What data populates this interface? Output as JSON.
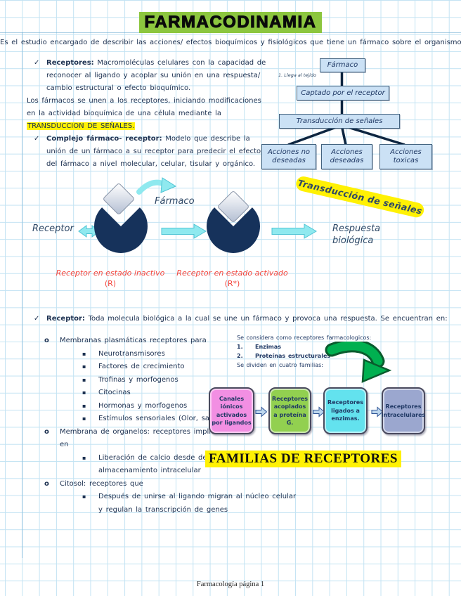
{
  "colors": {
    "ink": "#1C3050",
    "script_ink": "#2E4866",
    "grid_line": "#C3E3F3",
    "title_green": "#8CC63F",
    "highlight_yellow": "#FFF104",
    "red": "#F4453C",
    "flow_box_fill": "#CBE1F5",
    "flow_box_border": "#44637F",
    "flow_line": "#0D2540",
    "shape_navy": "#16325B",
    "cyan_fill": "#8FE9EF",
    "cyan_border": "#4FC4D4",
    "green_arrow": "#00B050",
    "green_arrow_border": "#0A5B2D",
    "small_arrow_fill": "#BDD7EE",
    "small_arrow_border": "#2F5496"
  },
  "icons": {
    "check": "✓",
    "bullet_l1": "o",
    "bullet_l2": "▪"
  },
  "header": {
    "title": "FARMACODINAMIA",
    "intro": "Es el estudio encargado de describir las acciones/ efectos bioquímicos y fisiológicos que tiene un fármaco sobre el organismo."
  },
  "concepts": {
    "check1_label": "Receptores:",
    "check1_text": " Macromoléculas celulares con la capacidad de reconocer al ligando y acoplar su unión en una respuesta/ cambio estructural o efecto bioquímico.",
    "para_pre": "Los fármacos se unen a los receptores, iniciando modificaciones en la actividad bioquímica de una célula mediante la ",
    "para_highlight": "TRANSDUCCION DE SEÑALES.",
    "check2_label": "Complejo fármaco- receptor:",
    "check2_text": " Modelo que describe la unión de un fármaco a su receptor para predecir el efecto del fármaco a nivel molecular, celular, tisular y orgánico."
  },
  "flowchart": {
    "node_farmaco": "Fármaco",
    "edge_note": "1. Llega al tejido",
    "node_captado": "Captado por el receptor",
    "node_transduccion": "Transducción de señales",
    "node_no_deseadas": "Acciones no deseadas",
    "node_deseadas": "Acciones deseadas",
    "node_toxicas": "Acciones toxicas"
  },
  "diagram": {
    "receptor_label": "Receptor",
    "farmaco_label": "Fármaco",
    "banner": "Transducción de señales",
    "respuesta": "Respuesta biológica",
    "inactive_caption": "Receptor en estado inactivo",
    "inactive_symbol": "(R)",
    "active_caption": "Receptor en estado activado",
    "active_symbol": "(R*)"
  },
  "receptor_section": {
    "label": "Receptor:",
    "text": " Toda molecula biológica a la cual se une un fármaco y provoca una respuesta. Se encuentran en:",
    "list": [
      {
        "text": "Membranas plasmáticas receptores para",
        "children": [
          "Neurotransmisores",
          "Factores de crecimiento",
          "Trofinas y morfogenos",
          "Citocinas",
          "Hormonas y morfogenos",
          "Estímulos sensoriales (Olor, sabor y color)"
        ]
      },
      {
        "text": "Membrana de organelos: receptores implicados en",
        "children": [
          "Liberación de calcio desde depósitos de almacenamiento intracelular"
        ]
      },
      {
        "text": "Citosol: receptores que",
        "children": [
          "Después de unirse al ligando migran al núcleo celular y regulan la transcripción de genes"
        ]
      }
    ]
  },
  "families": {
    "intro": "Se considera como receptores farmacologicos:",
    "item1_num": "1.",
    "item1": "Enzimas",
    "item2_num": "2.",
    "item2": "Proteínas estructurales",
    "outro": "Se dividen en cuatro familias:",
    "boxes": [
      {
        "label": "Canales iónicos activados por ligandos",
        "color": "#F28FE3"
      },
      {
        "label": "Receptores acoplados a proteína G.",
        "color": "#92D050"
      },
      {
        "label": "Receptores ligados a enzimas.",
        "color": "#63E2EE"
      },
      {
        "label": "Receptores intracelulares",
        "color": "#9BA7CF"
      }
    ],
    "heading": "FAMILIAS DE RECEPTORES"
  },
  "footer": {
    "text": "Farmacología página 1"
  }
}
